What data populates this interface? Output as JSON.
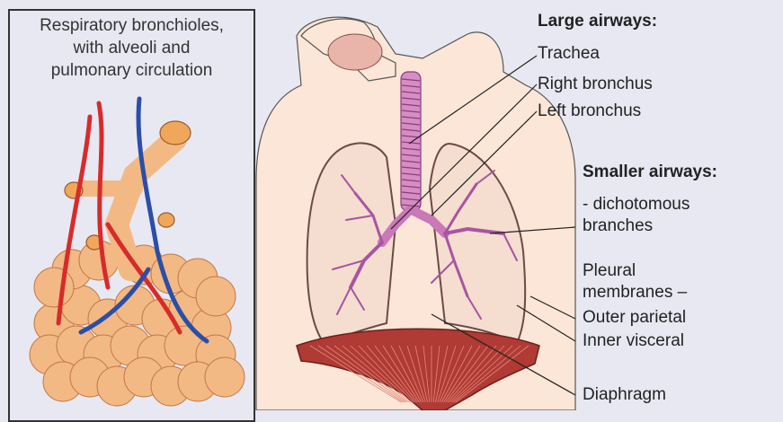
{
  "inset": {
    "title": "Respiratory bronchioles,\nwith alveoli and\npulmonary circulation"
  },
  "labels": {
    "large_airways_header": "Large airways:",
    "trachea": "Trachea",
    "right_bronchus": "Right bronchus",
    "left_bronchus": "Left bronchus",
    "smaller_airways_header": "Smaller airways:",
    "dichotomous": "- dichotomous\nbranches",
    "pleural": "Pleural\nmembranes –",
    "outer_parietal": "Outer parietal",
    "inner_visceral": "Inner visceral",
    "diaphragm": "Diaphragm"
  },
  "colors": {
    "background": "#e8e8f2",
    "skin": "#fbe6d7",
    "lung": "#f5ddd0",
    "airway": "#c978b8",
    "diaphragm": "#b03a34",
    "artery": "#d72b2b",
    "vein": "#2b4ea8",
    "alveoli": "#f3b985"
  }
}
